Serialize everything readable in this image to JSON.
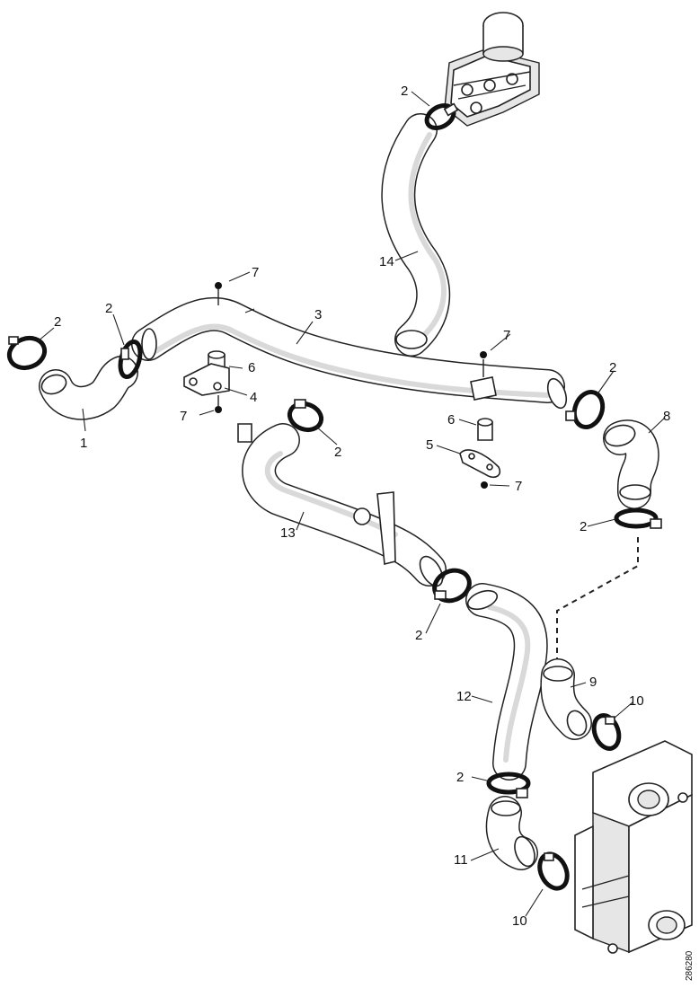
{
  "callouts": {
    "c1": "1",
    "c2a": "2",
    "c2b": "2",
    "c2c": "2",
    "c2d": "2",
    "c2e": "2",
    "c2f": "2",
    "c2g": "2",
    "c2h": "2",
    "c3": "3",
    "c4": "4",
    "c5": "5",
    "c6a": "6",
    "c6b": "6",
    "c7a": "7",
    "c7b": "7",
    "c7c": "7",
    "c7d": "7",
    "c8": "8",
    "c9": "9",
    "c10a": "10",
    "c10b": "10",
    "c11": "11",
    "c12": "12",
    "c13": "13",
    "c14": "14"
  },
  "figure_code": "286280"
}
